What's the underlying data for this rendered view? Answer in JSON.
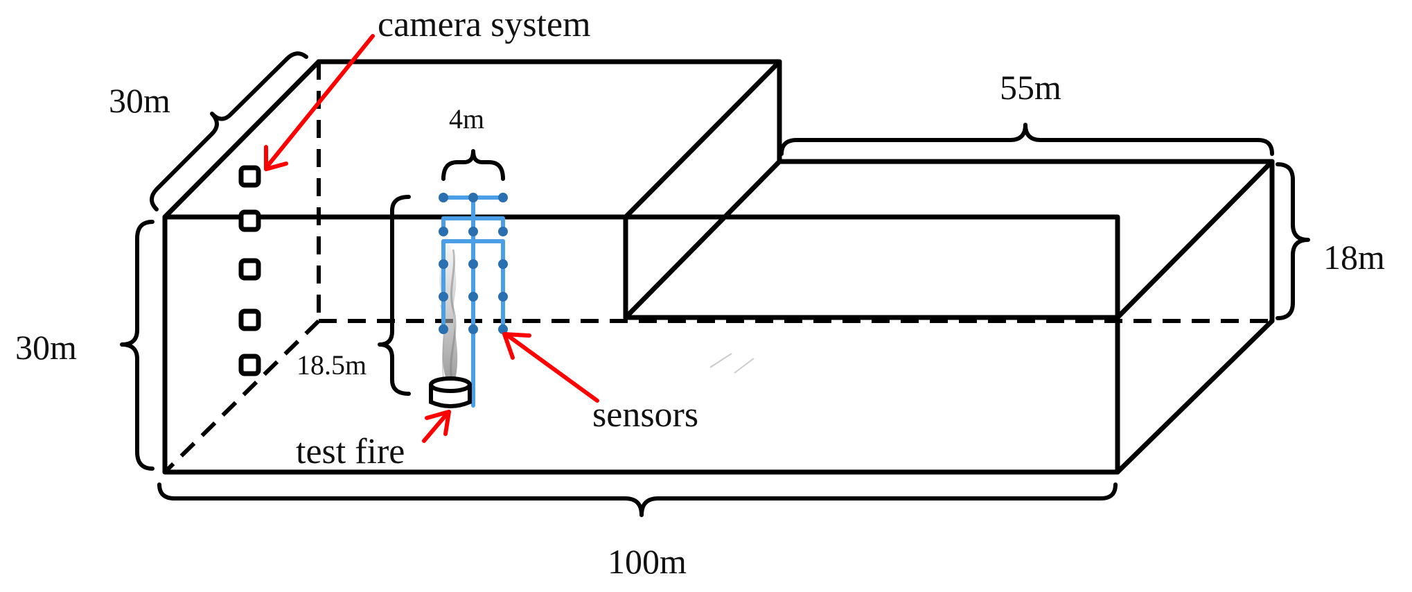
{
  "labels": {
    "camera_system": "camera system",
    "sensors": "sensors",
    "test_fire": "test fire"
  },
  "dimensions": {
    "depth_left": "30m",
    "height_left": "30m",
    "length_bottom": "100m",
    "length_step": "55m",
    "height_right": "18m",
    "sensor_width": "4m",
    "sensor_height": "18.5m"
  },
  "colors": {
    "outline": "#000000",
    "arrow": "#ff0000",
    "sensor": "#4a9fe6",
    "sensor_node": "#2a6fb0",
    "smoke": "#9a9a9a"
  },
  "icons": {
    "camera": "camera-square-icon",
    "fire": "fire-pan-icon"
  }
}
